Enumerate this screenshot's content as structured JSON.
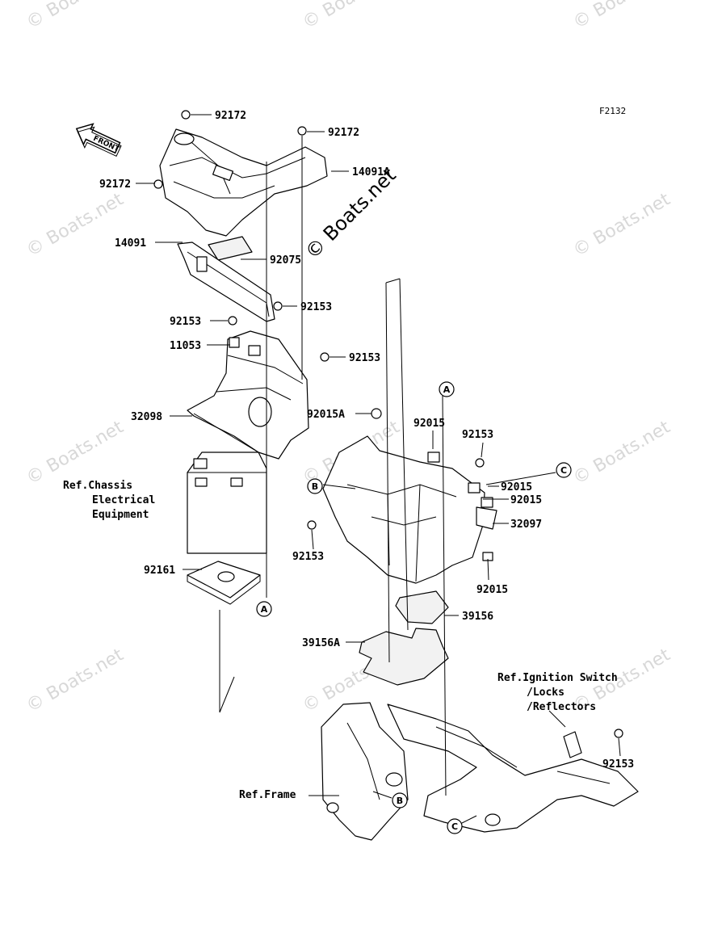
{
  "figure_code": "F2132",
  "front_arrow_label": "FRONT",
  "watermark": "© Boats.net",
  "parts": {
    "p92172_a": "92172",
    "p92172_b": "92172",
    "p92172_c": "92172",
    "p14091A": "14091A",
    "p14091": "14091",
    "p92075": "92075",
    "p92153_a": "92153",
    "p92153_b": "92153",
    "p92153_c": "92153",
    "p11053": "11053",
    "p32098": "32098",
    "p92015A": "92015A",
    "p92015_a": "92015",
    "p92153_d": "92153",
    "p92015_b": "92015",
    "p92015_c": "92015",
    "p32097": "32097",
    "p92153_e": "92153",
    "p92015_d": "92015",
    "p92161": "92161",
    "p39156": "39156",
    "p39156A": "39156A",
    "p92153_f": "92153"
  },
  "refs": {
    "chassis_1": "Ref.Chassis",
    "chassis_2": "Electrical",
    "chassis_3": "Equipment",
    "ignition_1": "Ref.Ignition Switch",
    "ignition_2": "/Locks",
    "ignition_3": "/Reflectors",
    "frame": "Ref.Frame"
  },
  "callouts": {
    "A1": "A",
    "A2": "A",
    "B1": "B",
    "B2": "B",
    "C1": "C",
    "C2": "C"
  }
}
